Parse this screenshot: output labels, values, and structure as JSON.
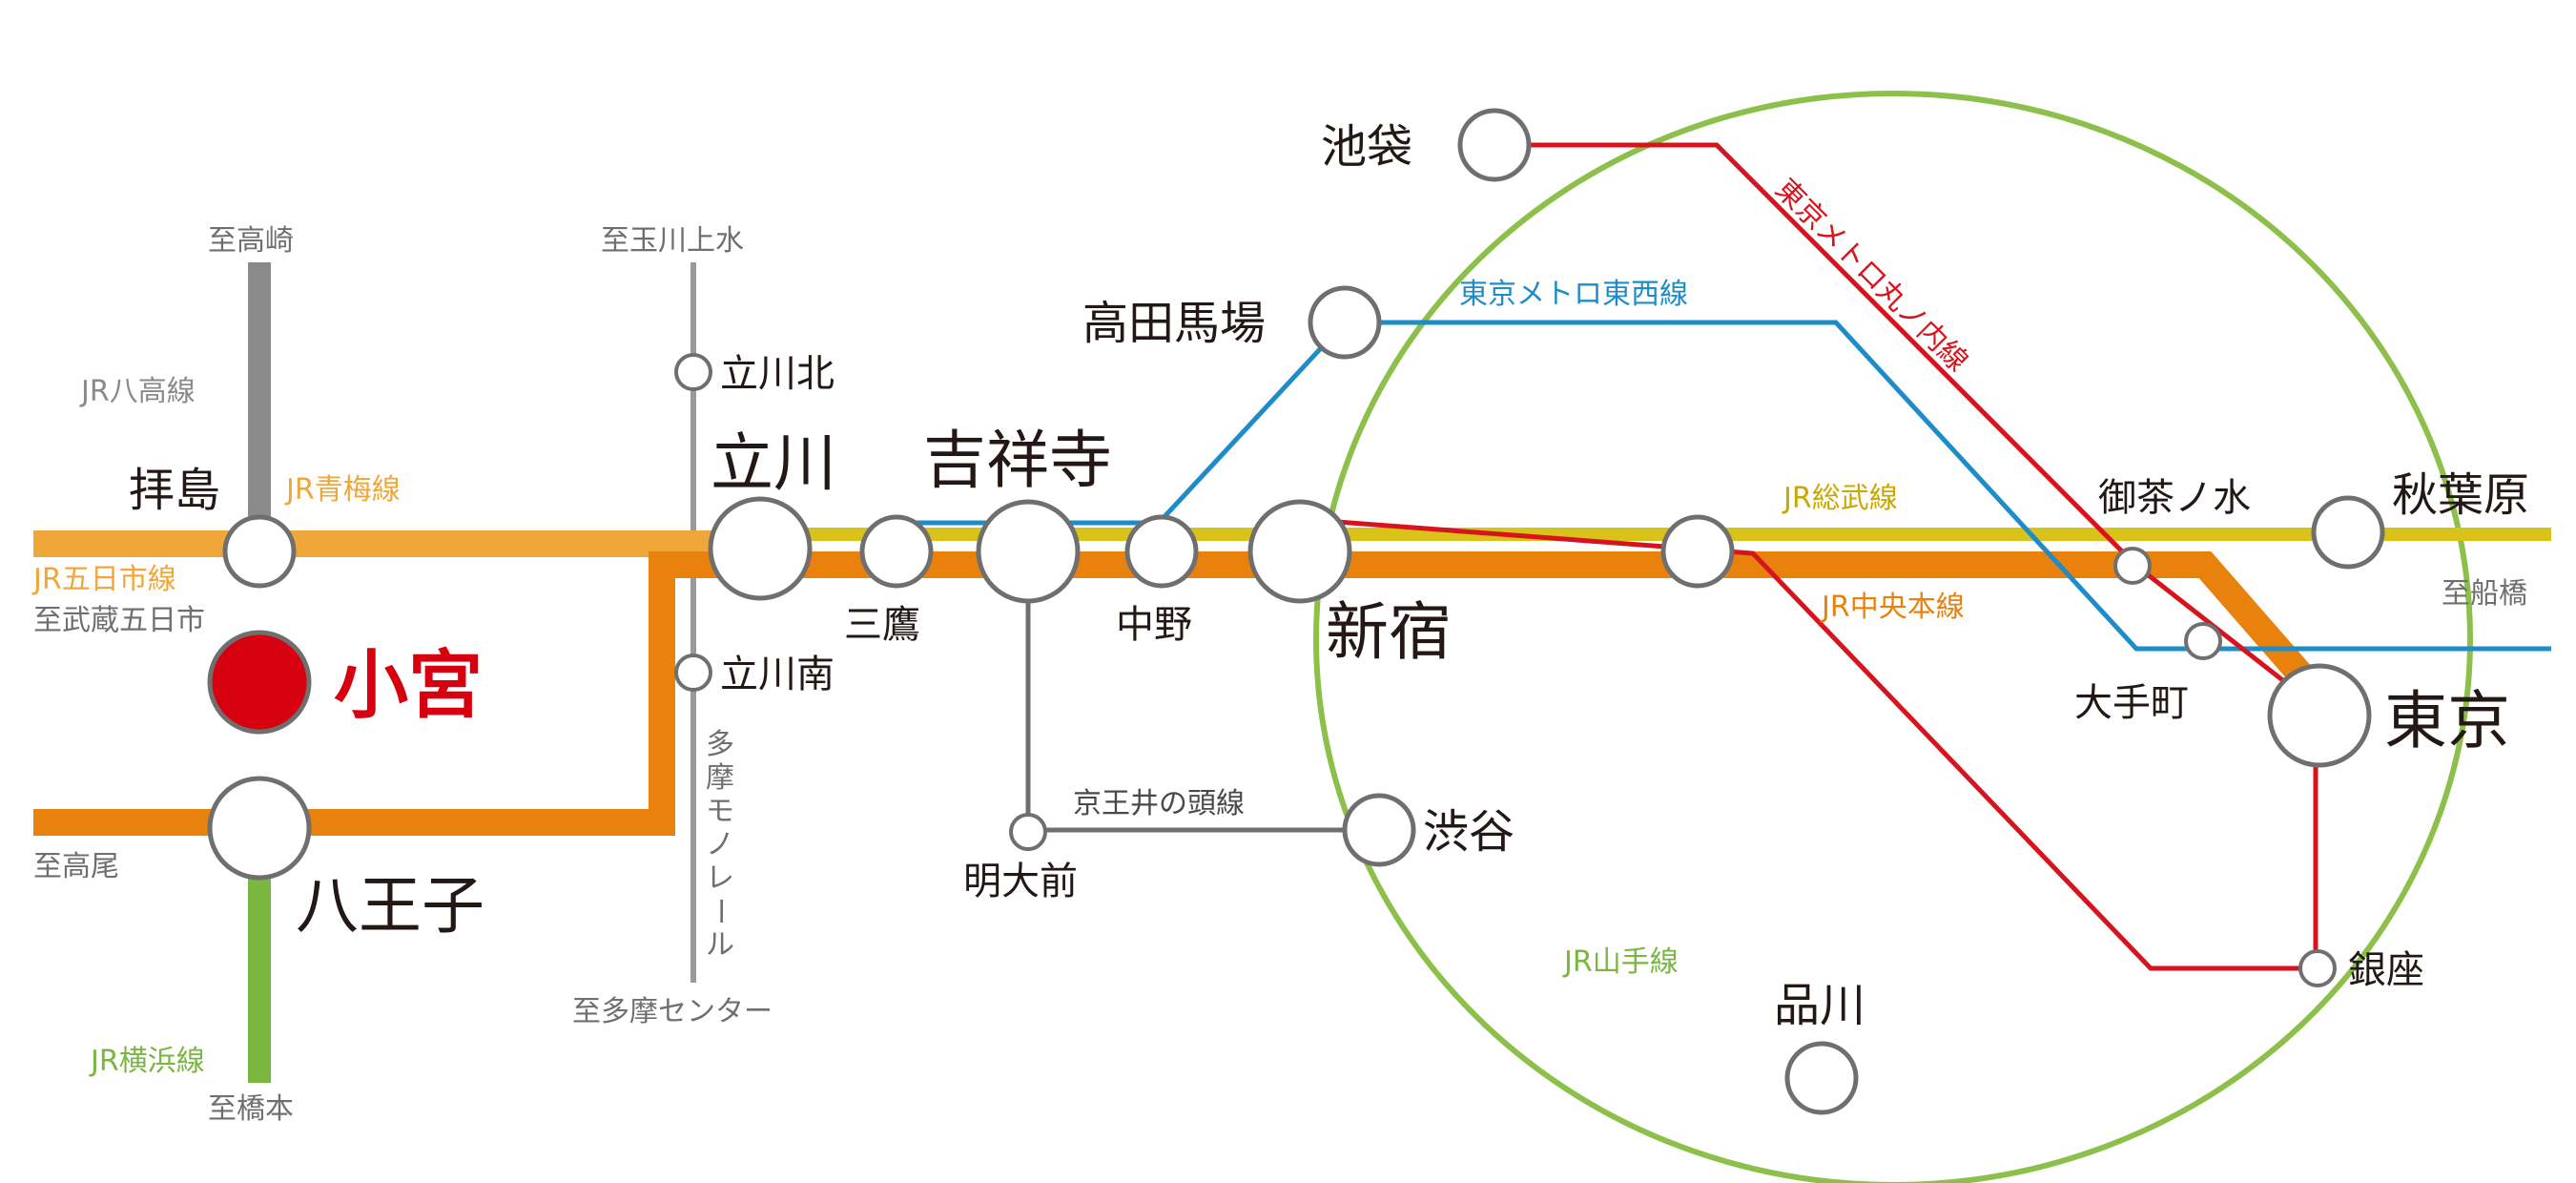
{
  "colors": {
    "yamanote": "#8cc04b",
    "chuo": "#e8820c",
    "ome": "#f0a73a",
    "sobu": "#d9c21a",
    "marunouchi": "#d7141e",
    "tozai": "#1e8cc8",
    "hachiko": "#8a8a8a",
    "yokohama": "#7ab640",
    "inokashira": "#6f6f6f",
    "monorail": "#9a9a9a",
    "home": "#d7000f"
  },
  "lines": {
    "marunouchi": "東京メトロ丸ノ内線",
    "tozai": "東京メトロ東西線",
    "sobu": "JR総武線",
    "chuo": "JR中央本線",
    "yamanote": "JR山手線",
    "inokashira": "京王井の頭線",
    "hachiko": "JR八高線",
    "ome": "JR青梅線",
    "itsukaichi": "JR五日市線",
    "yokohama": "JR横浜線",
    "monorail_chars": [
      "多",
      "摩",
      "モ",
      "ノ",
      "レ",
      "ー",
      "ル"
    ]
  },
  "directions": {
    "takasaki": "至高崎",
    "tamagawajosui": "至玉川上水",
    "musashiitsukaichi": "至武蔵五日市",
    "takao": "至高尾",
    "hashimoto": "至橋本",
    "tamacenter": "至多摩センター",
    "funabashi": "至船橋"
  },
  "stations": {
    "omiya": "小宮",
    "haijima": "拝島",
    "hachioji": "八王子",
    "tachikawakita": "立川北",
    "tachikawa": "立川",
    "tachikawaminami": "立川南",
    "mitaka": "三鷹",
    "kichijoji": "吉祥寺",
    "meidaimae": "明大前",
    "nakano": "中野",
    "takadanobaba": "高田馬場",
    "ikebukuro": "池袋",
    "shinjuku": "新宿",
    "shibuya": "渋谷",
    "shinagawa": "品川",
    "ochanomizu": "御茶ノ水",
    "akihabara": "秋葉原",
    "otemachi": "大手町",
    "tokyo": "東京",
    "ginza": "銀座"
  }
}
